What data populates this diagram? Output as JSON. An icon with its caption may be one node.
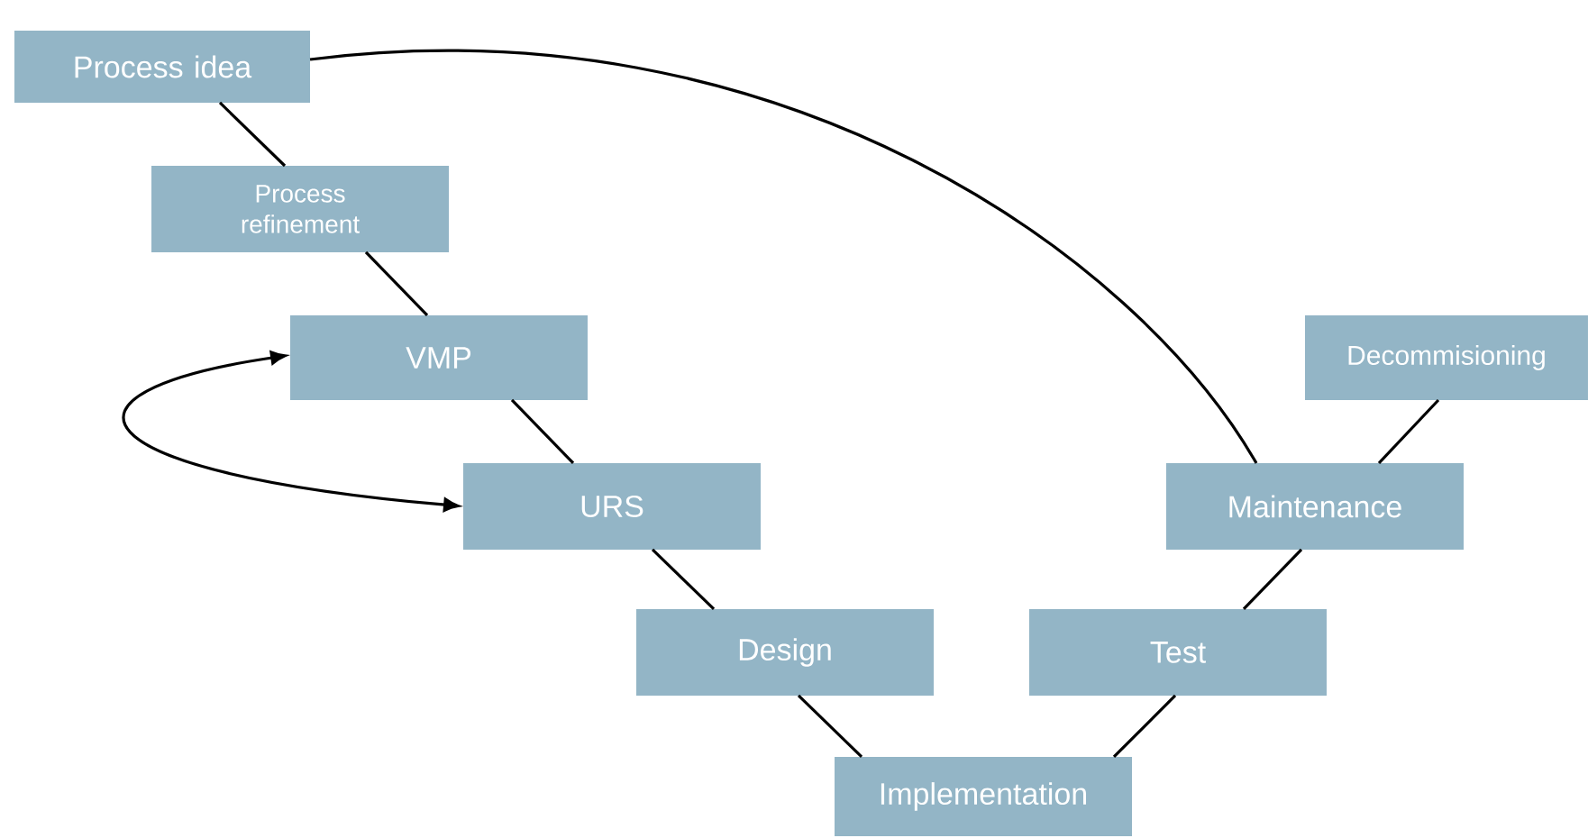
{
  "diagram": {
    "nodes": [
      {
        "text": [
          "Process idea"
        ]
      },
      {
        "text": [
          "Process refinement"
        ]
      },
      {
        "text": [
          "VMP"
        ]
      },
      {
        "text": [
          "URS"
        ]
      },
      {
        "text": [
          "Design"
        ]
      },
      {
        "text": [
          "Implementation"
        ]
      },
      {
        "text": [
          "Test"
        ]
      },
      {
        "text": [
          "Maintenance"
        ]
      },
      {
        "text": [
          "Decommisioning"
        ]
      }
    ],
    "edges": [
      {
        "from": 0,
        "to": 1,
        "arrow": "none"
      },
      {
        "from": 1,
        "to": 2,
        "arrow": "none"
      },
      {
        "from": 2,
        "to": 3,
        "arrow": "none"
      },
      {
        "from": 3,
        "to": 4,
        "arrow": "none"
      },
      {
        "from": 4,
        "to": 5,
        "arrow": "none"
      },
      {
        "from": 5,
        "to": 6,
        "arrow": "none"
      },
      {
        "from": 6,
        "to": 7,
        "arrow": "none"
      },
      {
        "from": 7,
        "to": 8,
        "arrow": "none"
      },
      {
        "from": 0,
        "to": 7,
        "arrow": "none"
      },
      {
        "from": 2,
        "to": 3,
        "arrow": "both"
      }
    ]
  }
}
